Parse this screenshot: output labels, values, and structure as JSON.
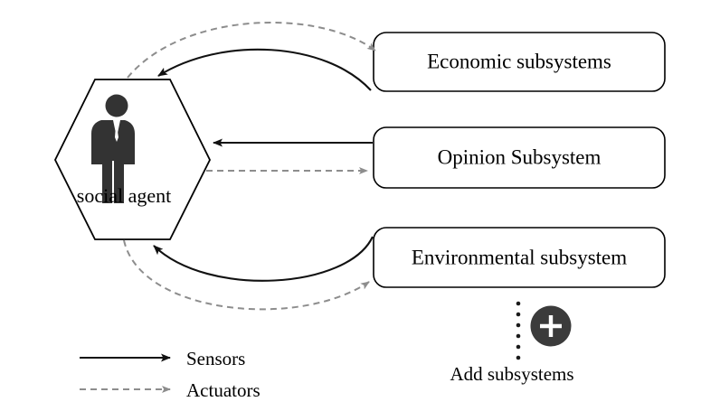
{
  "diagram": {
    "title": "social agent subsystem interaction diagram",
    "agent": {
      "label": "social agent",
      "icon": "businessman-person-icon"
    },
    "subsystems": [
      {
        "id": "economic",
        "label": "Economic subsystems"
      },
      {
        "id": "opinion",
        "label": "Opinion Subsystem"
      },
      {
        "id": "environmental",
        "label": "Environmental subsystem"
      }
    ],
    "add_control": {
      "label": "Add subsystems",
      "icon": "plus-circle-icon"
    },
    "legend": [
      {
        "id": "sensors",
        "label": "Sensors",
        "style": "solid",
        "color": "#111111"
      },
      {
        "id": "actuators",
        "label": "Actuators",
        "style": "dashed",
        "color": "#8d8d8d"
      }
    ],
    "colors": {
      "background": "#ffffff",
      "outline": "#000000",
      "sensor": "#111111",
      "actuator": "#8d8d8d",
      "icon_fill": "#333333",
      "add_button": "#3b3b3b"
    },
    "connections": [
      {
        "from": "economic",
        "to": "agent",
        "type": "sensors",
        "shape": "arc-top"
      },
      {
        "from": "agent",
        "to": "economic",
        "type": "actuators",
        "shape": "arc-top"
      },
      {
        "from": "opinion",
        "to": "agent",
        "type": "sensors",
        "shape": "straight"
      },
      {
        "from": "agent",
        "to": "opinion",
        "type": "actuators",
        "shape": "straight"
      },
      {
        "from": "environmental",
        "to": "agent",
        "type": "sensors",
        "shape": "arc-bottom"
      },
      {
        "from": "agent",
        "to": "environmental",
        "type": "actuators",
        "shape": "arc-bottom"
      }
    ]
  }
}
